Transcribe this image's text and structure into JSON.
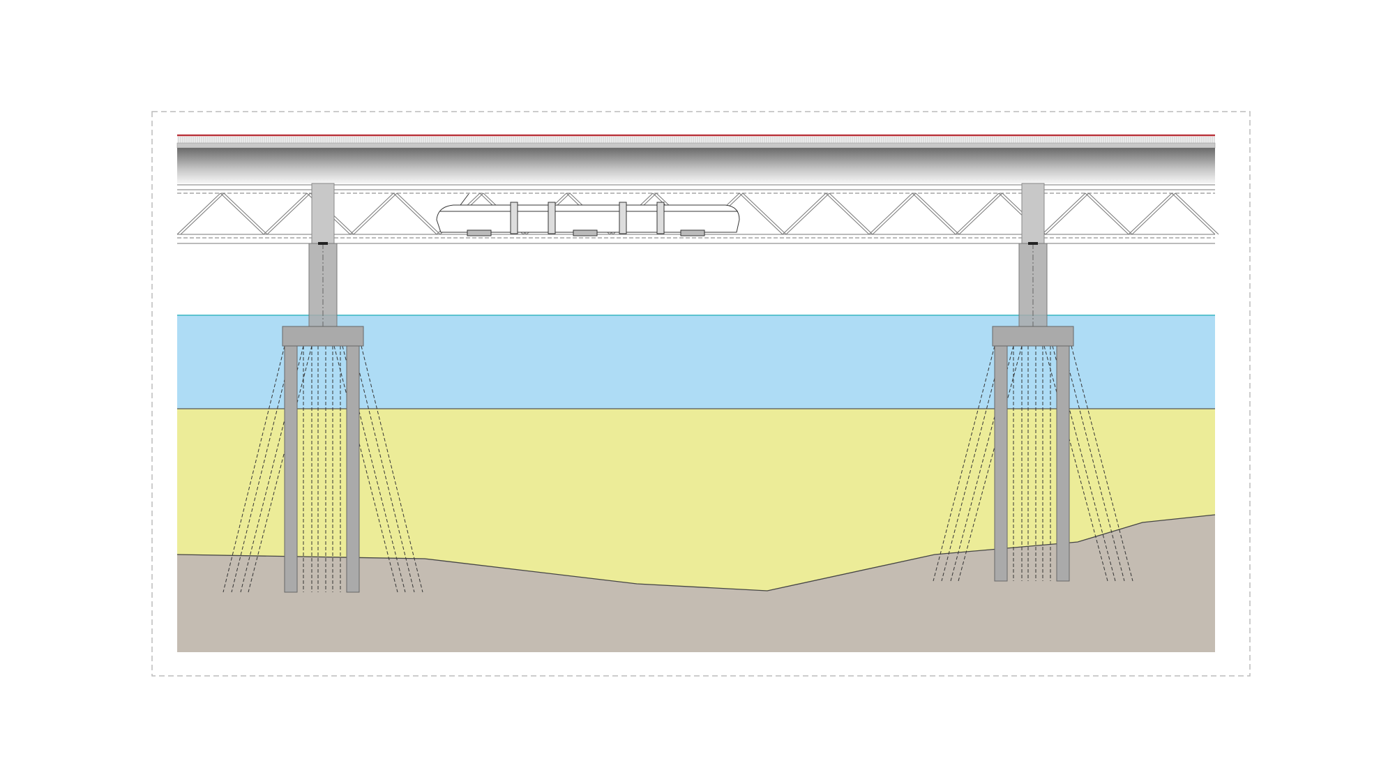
{
  "diagram": {
    "subject": "bridge-section",
    "colors": {
      "rail": "#b8333a",
      "deck_dark": "#6a6a6a",
      "deck_light": "#f4f4f4",
      "concrete": "#aaaaaa",
      "concrete_light": "#c8c8c8",
      "water": "#aedcf5",
      "water_surface": "#5bc3cf",
      "sand": "#ecec98",
      "bedrock": "#c4bcb2",
      "outline": "#555555",
      "frame": "#bbbbbb"
    },
    "layers": [
      "deck",
      "truss",
      "train",
      "piers",
      "water",
      "sand",
      "bedrock"
    ],
    "piers": [
      "left-pier",
      "right-pier"
    ]
  }
}
